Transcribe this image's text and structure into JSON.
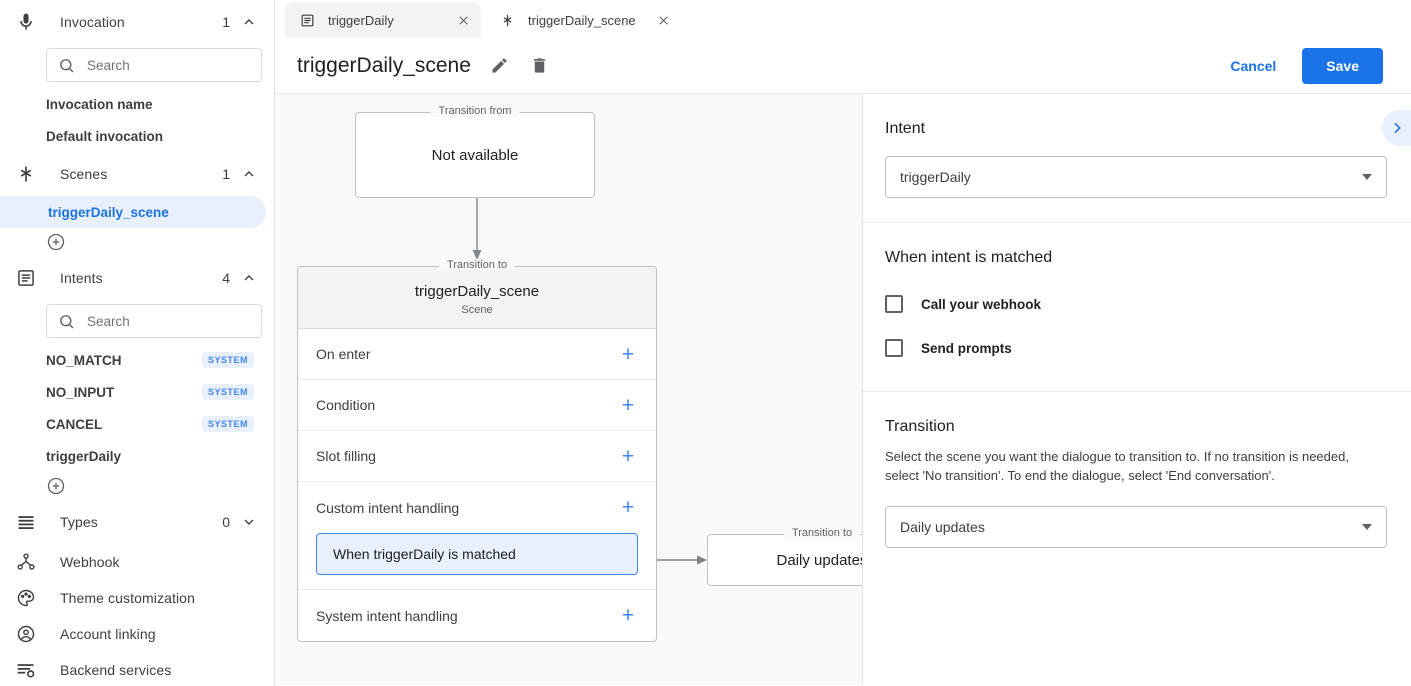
{
  "sidebar": {
    "groups": [
      {
        "icon": "microphone-icon",
        "title": "Invocation",
        "count": "1",
        "chevron": "chevron-up-icon",
        "search_placeholder": "Search",
        "items": [
          {
            "label": "Invocation name"
          },
          {
            "label": "Default invocation"
          }
        ]
      },
      {
        "icon": "scene-flow-icon",
        "title": "Scenes",
        "count": "1",
        "chevron": "chevron-up-icon",
        "items": [
          {
            "label": "triggerDaily_scene",
            "active": true
          }
        ]
      },
      {
        "icon": "intents-list-icon",
        "title": "Intents",
        "count": "4",
        "chevron": "chevron-up-icon",
        "search_placeholder": "Search",
        "items": [
          {
            "label": "NO_MATCH",
            "badge": "SYSTEM"
          },
          {
            "label": "NO_INPUT",
            "badge": "SYSTEM"
          },
          {
            "label": "CANCEL",
            "badge": "SYSTEM"
          },
          {
            "label": "triggerDaily"
          }
        ]
      }
    ],
    "types": {
      "icon": "types-icon",
      "title": "Types",
      "count": "0",
      "chevron": "chevron-down-icon"
    },
    "flat_items": [
      {
        "icon": "webhook-icon",
        "title": "Webhook"
      },
      {
        "icon": "palette-icon",
        "title": "Theme customization"
      },
      {
        "icon": "account-circle-icon",
        "title": "Account linking"
      },
      {
        "icon": "backend-services-icon",
        "title": "Backend services"
      }
    ],
    "add_label": "+"
  },
  "tabs": [
    {
      "icon": "intent-icon",
      "label": "triggerDaily",
      "active": false,
      "close": "close-icon"
    },
    {
      "icon": "scene-flow-icon",
      "label": "triggerDaily_scene",
      "active": true,
      "close": "close-icon"
    }
  ],
  "header": {
    "title": "triggerDaily_scene",
    "edit_icon": "pencil-icon",
    "delete_icon": "trash-icon",
    "cancel_label": "Cancel",
    "save_label": "Save",
    "accent_color": "#1a73e8"
  },
  "canvas": {
    "transition_from": {
      "legend": "Transition from",
      "text": "Not available"
    },
    "scene_card": {
      "legend": "Transition to",
      "name": "triggerDaily_scene",
      "type": "Scene",
      "rows": [
        {
          "label": "On enter",
          "add": "+"
        },
        {
          "label": "Condition",
          "add": "+"
        },
        {
          "label": "Slot filling",
          "add": "+"
        },
        {
          "label": "Custom intent handling",
          "add": "+",
          "chip": "When triggerDaily is matched"
        },
        {
          "label": "System intent handling",
          "add": "+"
        }
      ]
    },
    "transition_target": {
      "legend": "Transition to",
      "text": "Daily updates"
    }
  },
  "right_panel": {
    "collapse_icon": "chevron-right-icon",
    "intent": {
      "heading": "Intent",
      "value": "triggerDaily"
    },
    "when_matched": {
      "heading": "When intent is matched",
      "options": [
        {
          "label": "Call your webhook",
          "checked": false
        },
        {
          "label": "Send prompts",
          "checked": false
        }
      ]
    },
    "transition": {
      "heading": "Transition",
      "description": "Select the scene you want the dialogue to transition to. If no transition is needed, select 'No transition'. To end the dialogue, select 'End conversation'.",
      "value": "Daily updates"
    }
  }
}
